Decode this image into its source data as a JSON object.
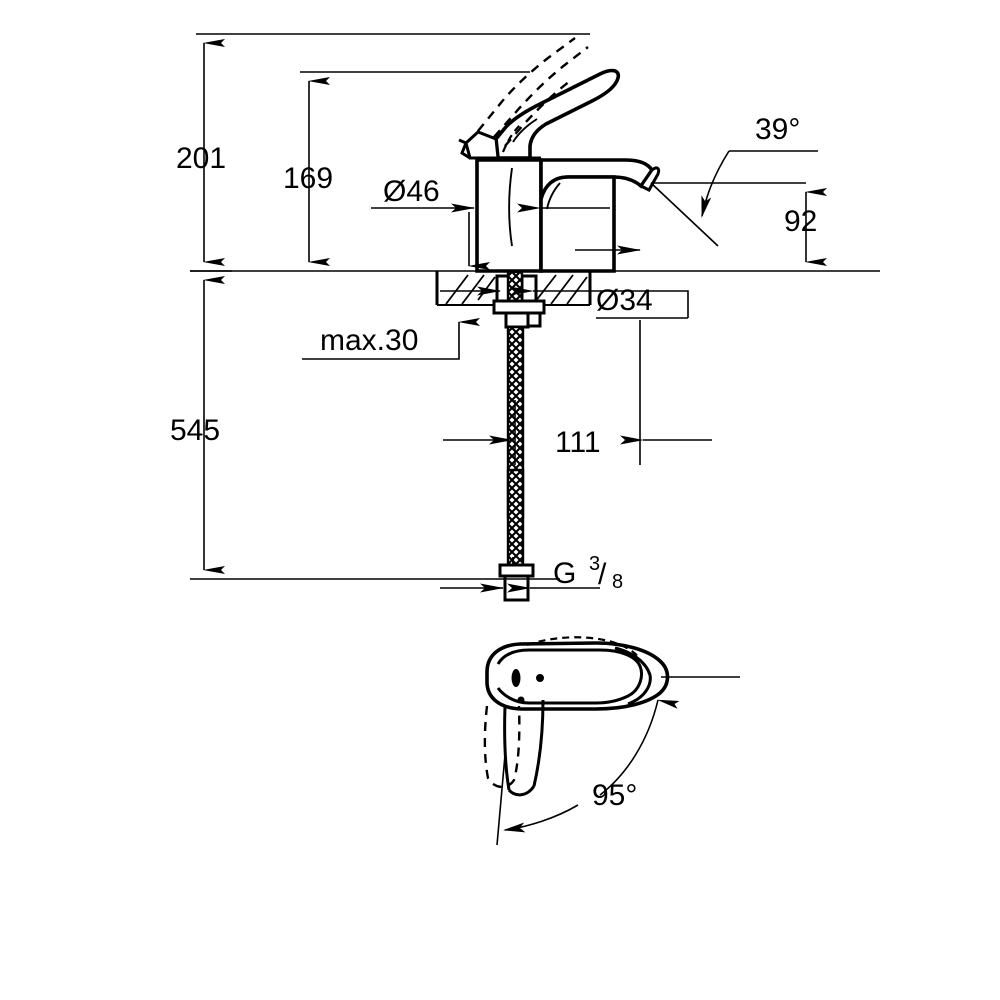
{
  "document": {
    "type": "technical-dimension-drawing",
    "subject": "Single-lever basin mixer tap",
    "background_color": "#ffffff",
    "line_color": "#000000",
    "units": "mm"
  },
  "dimensions": {
    "total_height": "201",
    "height_to_spout_top": "169",
    "body_diameter": "Ø46",
    "base_diameter": "Ø34",
    "spout_height": "92",
    "spout_angle": "39°",
    "max_counter_thickness": "max.30",
    "hose_length": "545",
    "projection": "111",
    "thread_label_prefix": "G",
    "thread_numerator": "3",
    "thread_denominator": "8",
    "swivel_angle": "95°"
  },
  "labels": [
    {
      "id": "dim-201",
      "text": "201",
      "meaning": "overall-height-above-counter"
    },
    {
      "id": "dim-169",
      "text": "169",
      "meaning": "height-to-spout-outlet"
    },
    {
      "id": "dim-d46",
      "text": "Ø46",
      "meaning": "body-diameter"
    },
    {
      "id": "dim-39deg",
      "text": "39°",
      "meaning": "spout-outlet-angle"
    },
    {
      "id": "dim-92",
      "text": "92",
      "meaning": "spout-outlet-height"
    },
    {
      "id": "dim-d34",
      "text": "Ø34",
      "meaning": "mounting-base-diameter"
    },
    {
      "id": "dim-max30",
      "text": "max.30",
      "meaning": "maximum-countertop-thickness"
    },
    {
      "id": "dim-545",
      "text": "545",
      "meaning": "flexible-hose-length"
    },
    {
      "id": "dim-111",
      "text": "111",
      "meaning": "spout-projection"
    },
    {
      "id": "dim-g38",
      "text": "G 3/8",
      "meaning": "supply-hose-thread-size"
    },
    {
      "id": "dim-95deg",
      "text": "95°",
      "meaning": "lever-swivel-range"
    }
  ],
  "views": {
    "elevation": {
      "name": "side-elevation-view"
    },
    "plan": {
      "name": "top-plan-view-lever-swivel"
    }
  }
}
